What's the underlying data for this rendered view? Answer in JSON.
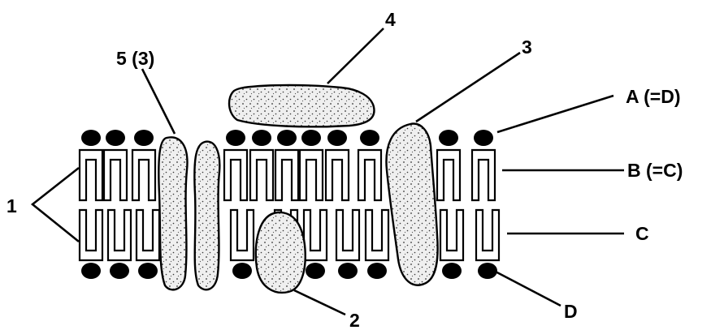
{
  "labels": {
    "one": "1",
    "two": "2",
    "three": "3",
    "four": "4",
    "five": "5 (3)",
    "a": "A (=D)",
    "b": "B (=C)",
    "c": "C",
    "d": "D"
  },
  "colors": {
    "ink": "#000000",
    "background": "#ffffff",
    "protein_fill": "#efefef"
  }
}
